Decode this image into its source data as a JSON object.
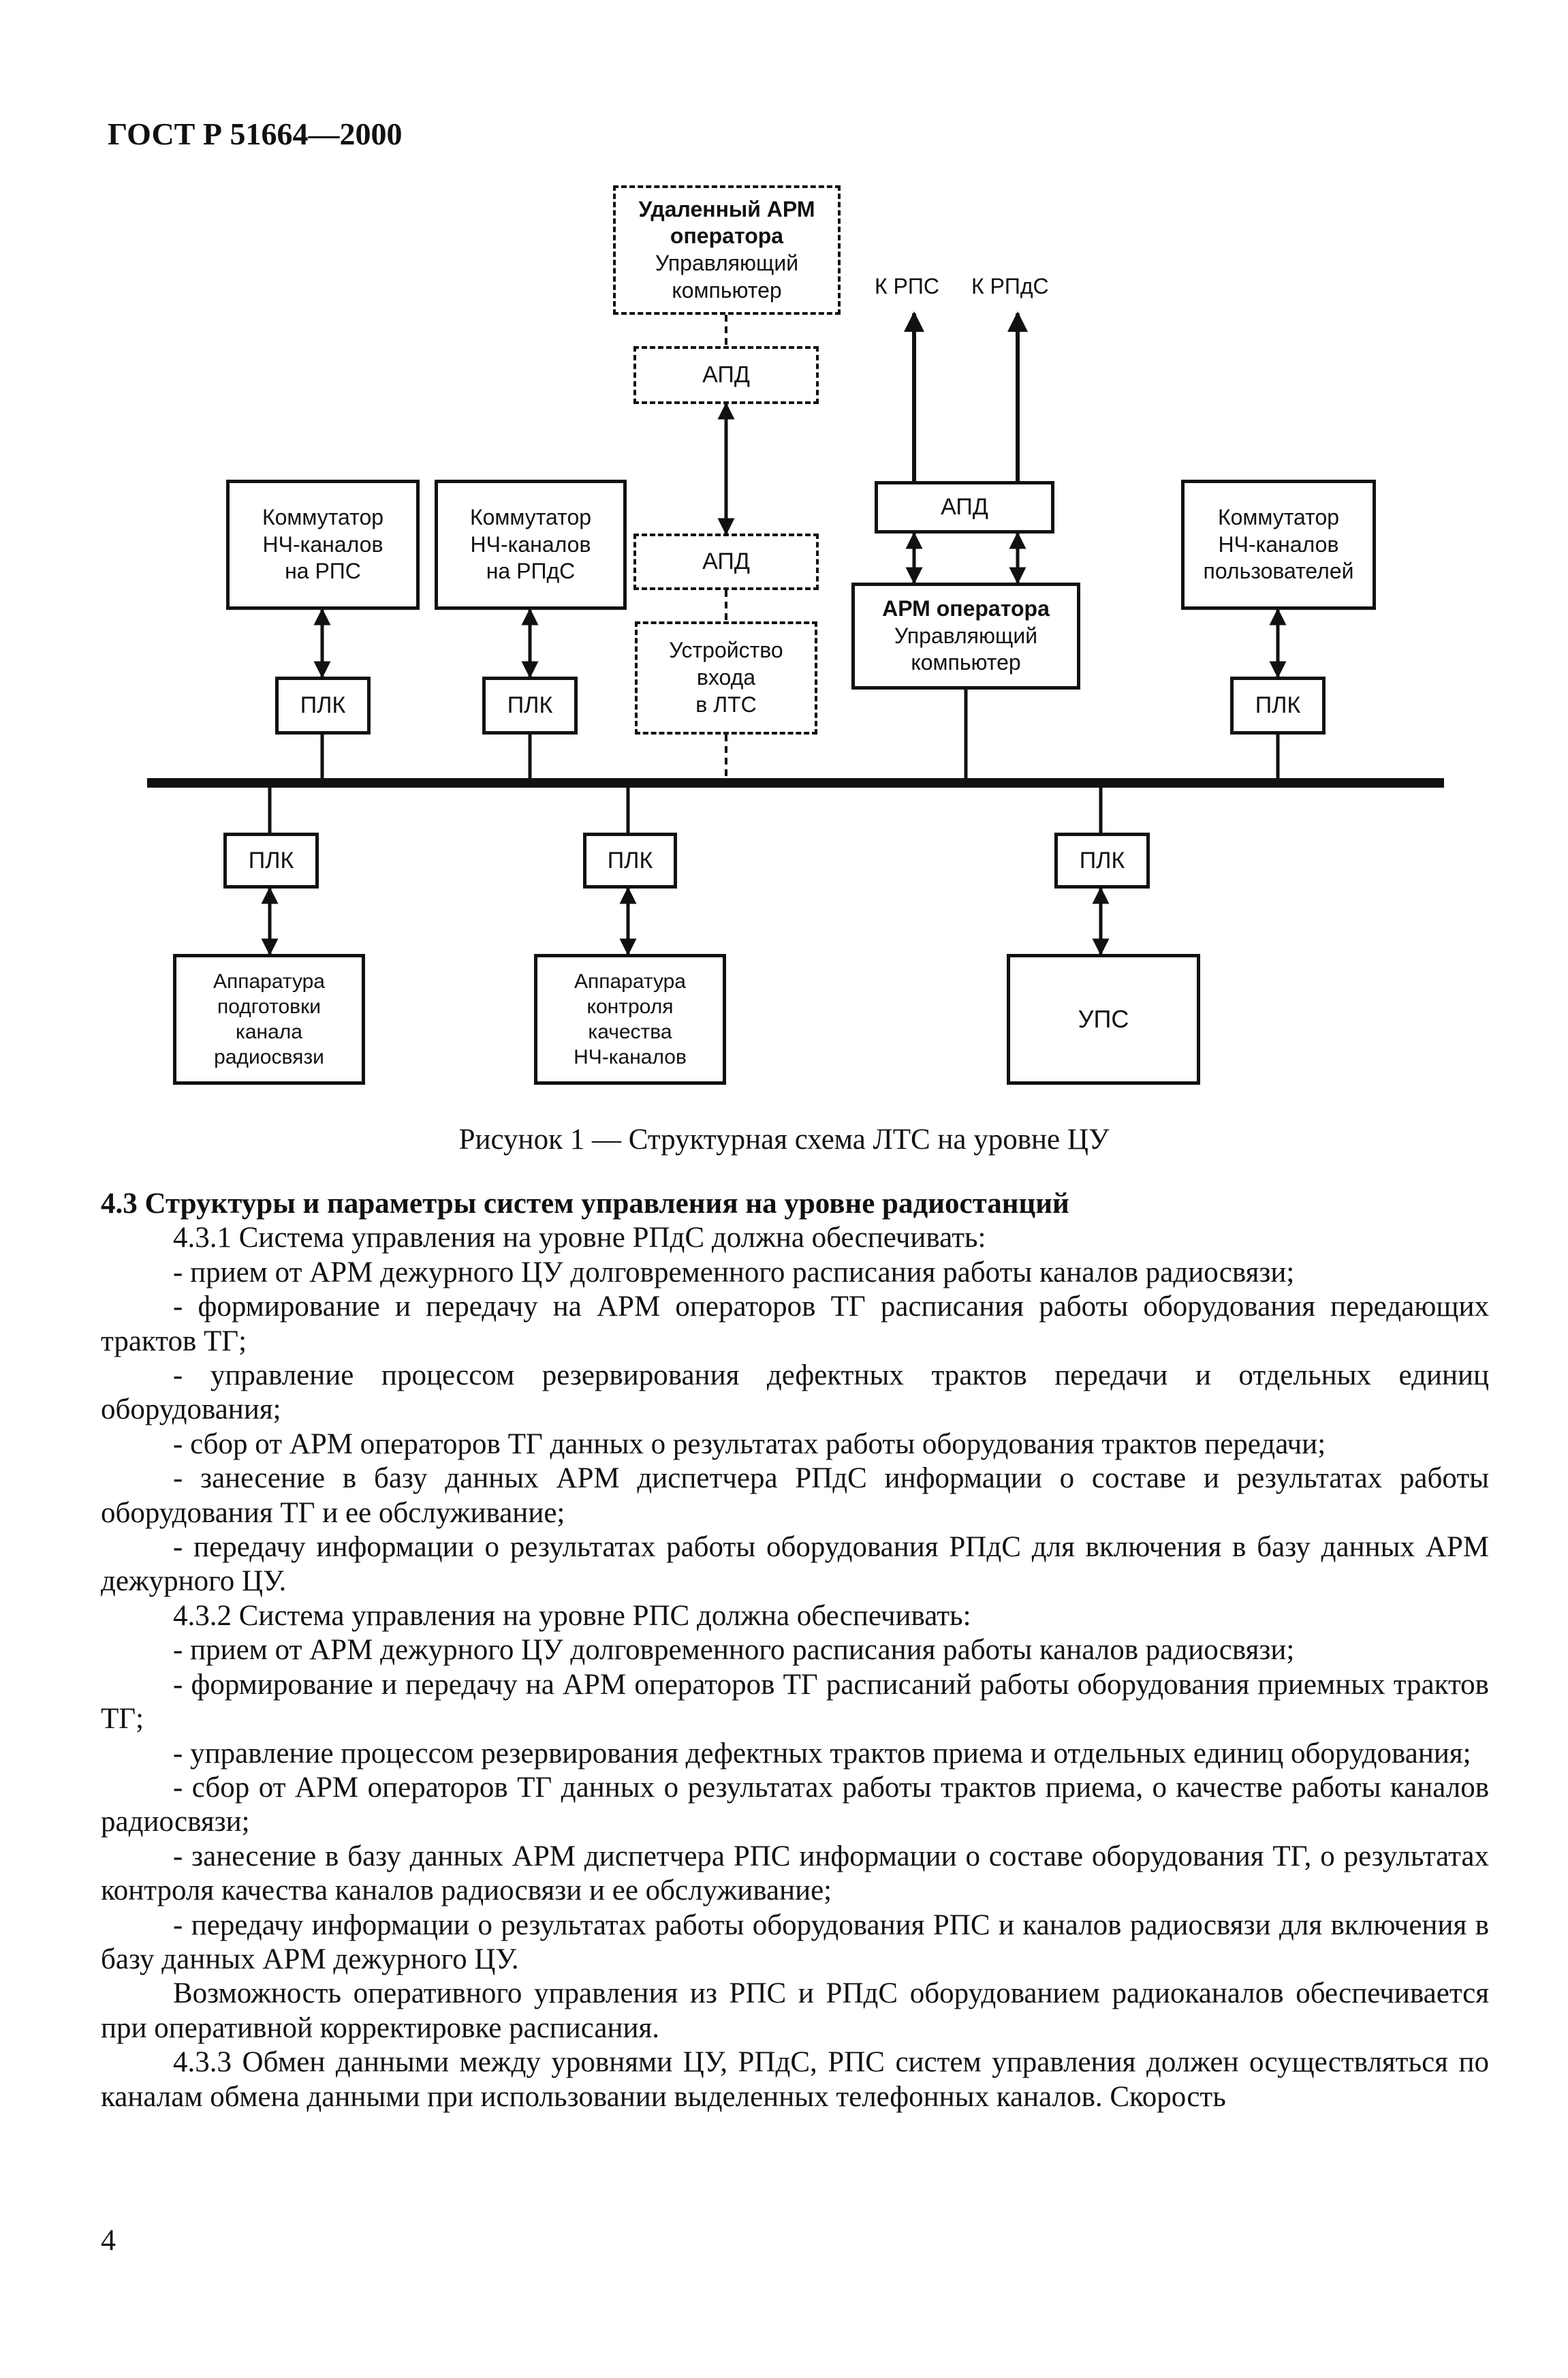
{
  "header": "ГОСТ Р 51664—2000",
  "page_number": "4",
  "diagram": {
    "remote_arm": {
      "title": "Удаленный АРМ",
      "title2": "оператора",
      "line3": "Управляющий",
      "line4": "компьютер"
    },
    "apd_top": "АПД",
    "apd_mid": "АПД",
    "entry_device": {
      "line1": "Устройство",
      "line2": "входа",
      "line3": "в ЛТС"
    },
    "k_rps": "К РПС",
    "k_rpds": "К РПдС",
    "apd_right": "АПД",
    "arm_operator": {
      "title": "АРМ оператора",
      "line2": "Управляющий",
      "line3": "компьютер"
    },
    "switch_rps": {
      "line1": "Коммутатор",
      "line2": "НЧ-каналов",
      "line3": "на РПС"
    },
    "switch_rpds": {
      "line1": "Коммутатор",
      "line2": "НЧ-каналов",
      "line3": "на РПдС"
    },
    "switch_users": {
      "line1": "Коммутатор",
      "line2": "НЧ-каналов",
      "line3": "пользователей"
    },
    "plk": "ПЛК",
    "equip_prep": {
      "line1": "Аппаратура",
      "line2": "подготовки",
      "line3": "канала",
      "line4": "радиосвязи"
    },
    "equip_control": {
      "line1": "Аппаратура",
      "line2": "контроля",
      "line3": "качества",
      "line4": "НЧ-каналов"
    },
    "ups": "УПС"
  },
  "caption": "Рисунок 1 — Структурная схема ЛТС на уровне ЦУ",
  "section_title": "4.3 Структуры и параметры систем управления на уровне радиостанций",
  "paragraphs": {
    "p431": "4.3.1 Система управления на уровне РПдС должна обеспечивать:",
    "p431_items": [
      "- прием от АРМ дежурного ЦУ долговременного расписания работы каналов радиосвязи;",
      "- формирование и передачу на АРМ операторов ТГ расписания работы оборудования передающих трактов ТГ;",
      "- управление процессом резервирования дефектных трактов передачи и отдельных единиц оборудования;",
      "- сбор от АРМ операторов ТГ данных о результатах работы оборудования трактов передачи;",
      "- занесение в базу данных АРМ диспетчера РПдС информации о составе и результатах работы оборудования ТГ и ее обслуживание;",
      "- передачу информации о результатах работы оборудования РПдС для включения в базу данных АРМ дежурного ЦУ."
    ],
    "p432": "4.3.2 Система управления на уровне РПС должна обеспечивать:",
    "p432_items": [
      "- прием от АРМ дежурного ЦУ долговременного расписания работы каналов радиосвязи;",
      "- формирование и передачу на АРМ операторов ТГ расписаний работы оборудования приемных трактов ТГ;",
      "- управление процессом резервирования дефектных трактов приема и отдельных единиц оборудования;",
      "- сбор от АРМ операторов ТГ данных о результатах работы трактов приема, о качестве работы каналов радиосвязи;",
      "- занесение в базу данных АРМ диспетчера РПС информации о составе оборудования ТГ, о результатах контроля качества каналов радиосвязи и ее обслуживание;",
      "- передачу информации о результатах работы оборудования РПС и каналов радиосвязи для включения в базу данных АРМ дежурного ЦУ."
    ],
    "p_possibility": "Возможность оперативного управления из РПС и РПдС оборудованием радиоканалов обеспечивается при оперативной корректировке расписания.",
    "p433": "4.3.3 Обмен данными между уровнями ЦУ, РПдС, РПС систем управления должен осуществляться по каналам обмена данными при использовании выделенных телефонных каналов. Скорость"
  }
}
